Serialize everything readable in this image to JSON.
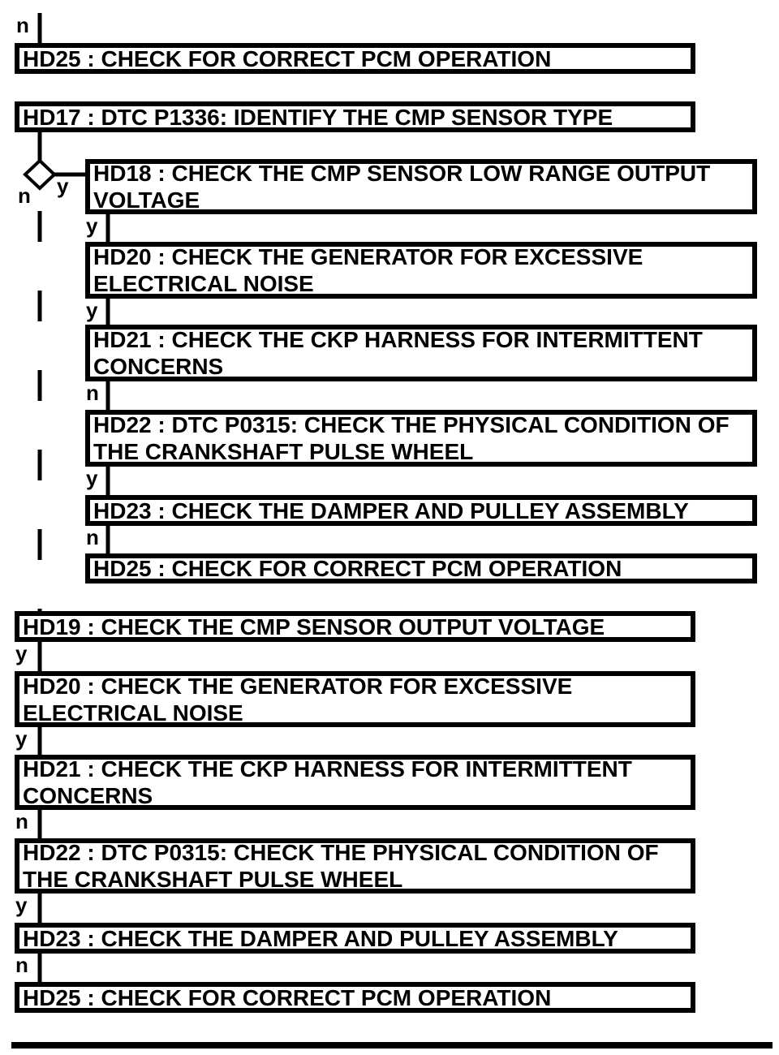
{
  "flowchart": {
    "title": "CMP / CKP sensor pinpoint test flowchart",
    "colors": {
      "line": "#000000",
      "background": "#ffffff",
      "text": "#000000"
    },
    "nodes": [
      {
        "id": "hd25-top",
        "lines": [
          "HD25 : CHECK FOR CORRECT PCM OPERATION"
        ]
      },
      {
        "id": "hd17",
        "lines": [
          "HD17 : DTC P1336: IDENTIFY THE CMP SENSOR TYPE"
        ]
      },
      {
        "id": "hd18",
        "lines": [
          "HD18 : CHECK THE CMP SENSOR LOW RANGE OUTPUT",
          "VOLTAGE"
        ]
      },
      {
        "id": "hd20-a",
        "lines": [
          "HD20 : CHECK THE GENERATOR FOR EXCESSIVE",
          "ELECTRICAL NOISE"
        ]
      },
      {
        "id": "hd21-a",
        "lines": [
          "HD21 : CHECK THE CKP HARNESS FOR INTERMITTENT",
          "CONCERNS"
        ]
      },
      {
        "id": "hd22-a",
        "lines": [
          "HD22 : DTC P0315: CHECK THE PHYSICAL CONDITION OF",
          "THE CRANKSHAFT PULSE WHEEL"
        ]
      },
      {
        "id": "hd23-a",
        "lines": [
          "HD23 : CHECK THE DAMPER AND PULLEY ASSEMBLY"
        ]
      },
      {
        "id": "hd25-mid",
        "lines": [
          "HD25 : CHECK FOR CORRECT PCM OPERATION"
        ]
      },
      {
        "id": "hd19",
        "lines": [
          "HD19 : CHECK THE CMP SENSOR OUTPUT VOLTAGE"
        ]
      },
      {
        "id": "hd20-b",
        "lines": [
          "HD20 : CHECK THE GENERATOR FOR EXCESSIVE",
          "ELECTRICAL NOISE"
        ]
      },
      {
        "id": "hd21-b",
        "lines": [
          "HD21 : CHECK THE CKP HARNESS FOR INTERMITTENT",
          "CONCERNS"
        ]
      },
      {
        "id": "hd22-b",
        "lines": [
          "HD22 : DTC P0315: CHECK THE PHYSICAL CONDITION OF",
          "THE CRANKSHAFT PULSE WHEEL"
        ]
      },
      {
        "id": "hd23-b",
        "lines": [
          "HD23 : CHECK THE DAMPER AND PULLEY ASSEMBLY"
        ]
      },
      {
        "id": "hd25-bot",
        "lines": [
          "HD25 : CHECK FOR CORRECT PCM OPERATION"
        ]
      }
    ],
    "branch_labels": [
      {
        "text": "n"
      },
      {
        "text": "y"
      },
      {
        "text": "n"
      },
      {
        "text": "y"
      },
      {
        "text": "y"
      },
      {
        "text": "n"
      },
      {
        "text": "y"
      },
      {
        "text": "n"
      },
      {
        "text": "y"
      },
      {
        "text": "y"
      },
      {
        "text": "n"
      },
      {
        "text": "y"
      },
      {
        "text": "n"
      }
    ]
  }
}
